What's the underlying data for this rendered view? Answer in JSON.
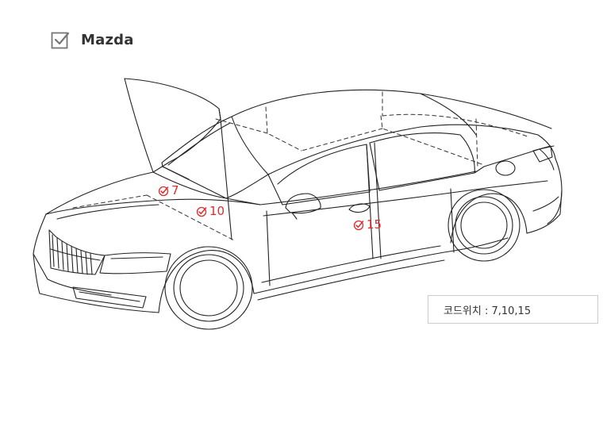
{
  "header": {
    "title": "Mazda",
    "icon": "checkbox-checked-icon"
  },
  "markers": [
    {
      "label": "7",
      "icon": "check-circle-icon"
    },
    {
      "label": "10",
      "icon": "check-circle-icon"
    },
    {
      "label": "15",
      "icon": "check-circle-icon"
    }
  ],
  "code_box": {
    "text": "코드위치 : 7,10,15"
  },
  "colors": {
    "accent_red": "#e02b2b",
    "line": "#222222",
    "dashed": "#333333",
    "box_border": "#cccccc"
  }
}
